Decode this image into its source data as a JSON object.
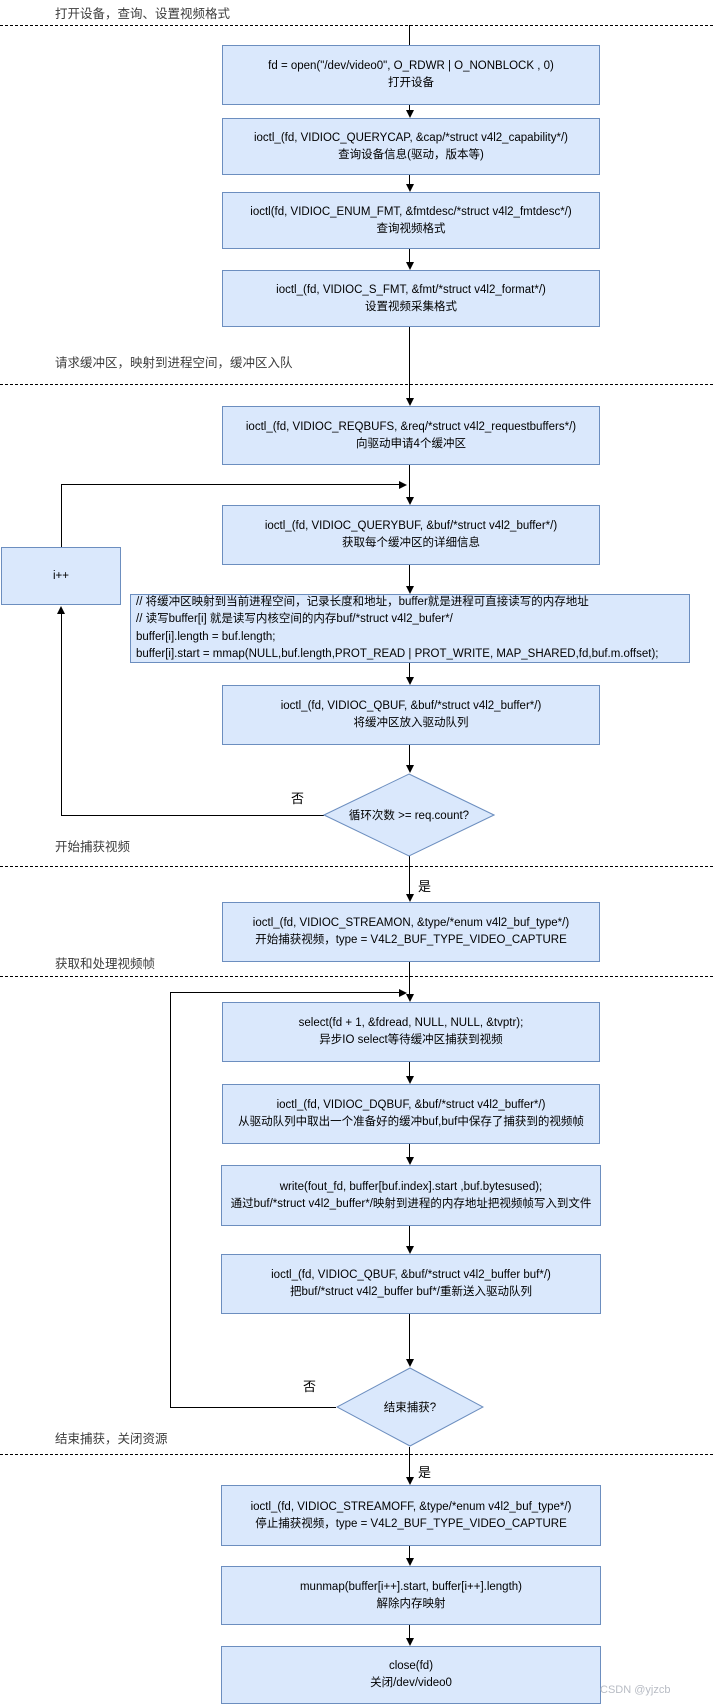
{
  "colors": {
    "node_fill": "#dae8fc",
    "node_border": "#6c8ebf",
    "line": "#000000"
  },
  "sections": {
    "s1": "打开设备，查询、设置视频格式",
    "s2": "请求缓冲区，映射到进程空间，缓冲区入队",
    "s3": "开始捕获视频",
    "s4": "获取和处理视频帧",
    "s5": "结束捕获，关闭资源"
  },
  "nodes": {
    "open": {
      "code": "fd = open(\"/dev/video0\", O_RDWR | O_NONBLOCK , 0)",
      "desc": "打开设备"
    },
    "querycap": {
      "code": "ioctl_(fd, VIDIOC_QUERYCAP, &cap/*struct v4l2_capability*/)",
      "desc": "查询设备信息(驱动，版本等)"
    },
    "enumfmt": {
      "code": "ioctl(fd, VIDIOC_ENUM_FMT, &fmtdesc/*struct v4l2_fmtdesc*/)",
      "desc": "查询视频格式"
    },
    "sfmt": {
      "code": "ioctl_(fd, VIDIOC_S_FMT, &fmt/*struct v4l2_format*/)",
      "desc": "设置视频采集格式"
    },
    "reqbufs": {
      "code": "ioctl_(fd, VIDIOC_REQBUFS, &req/*struct v4l2_requestbuffers*/)",
      "desc": "向驱动申请4个缓冲区"
    },
    "querybuf": {
      "code": "ioctl_(fd, VIDIOC_QUERYBUF, &buf/*struct v4l2_buffer*/)",
      "desc": "获取每个缓冲区的详细信息"
    },
    "iplus": {
      "label": "i++"
    },
    "mmap": {
      "line1": "// 将缓冲区映射到当前进程空间，记录长度和地址，buffer就是进程可直接读写的内存地址",
      "line2": "// 读写buffer[i] 就是读写内核空间的内存buf/*struct v4l2_bufer*/",
      "line3": "buffer[i].length = buf.length;",
      "line4": "buffer[i].start = mmap(NULL,buf.length,PROT_READ | PROT_WRITE, MAP_SHARED,fd,buf.m.offset);"
    },
    "qbuf1": {
      "code": "ioctl_(fd, VIDIOC_QBUF, &buf/*struct v4l2_buffer*/)",
      "desc": "将缓冲区放入驱动队列"
    },
    "loopcheck": {
      "label": "循环次数 >= req.count?"
    },
    "streamon": {
      "code": "ioctl_(fd, VIDIOC_STREAMON, &type/*enum v4l2_buf_type*/)",
      "desc": "开始捕获视频，type = V4L2_BUF_TYPE_VIDEO_CAPTURE"
    },
    "select": {
      "code": "select(fd + 1, &fdread, NULL, NULL, &tvptr);",
      "desc": "异步IO select等待缓冲区捕获到视频"
    },
    "dqbuf": {
      "code": "ioctl_(fd, VIDIOC_DQBUF, &buf/*struct v4l2_buffer*/)",
      "desc": "从驱动队列中取出一个准备好的缓冲buf,buf中保存了捕获到的视频帧"
    },
    "write": {
      "code": "write(fout_fd, buffer[buf.index].start ,buf.bytesused);",
      "desc": "通过buf/*struct v4l2_buffer*/映射到进程的内存地址把视频帧写入到文件"
    },
    "qbuf2": {
      "code": "ioctl_(fd, VIDIOC_QBUF, &buf/*struct v4l2_buffer buf*/)",
      "desc": "把buf/*struct v4l2_buffer buf*/重新送入驱动队列"
    },
    "endcheck": {
      "label": "结束捕获?"
    },
    "streamoff": {
      "code": "ioctl_(fd, VIDIOC_STREAMOFF, &type/*enum v4l2_buf_type*/)",
      "desc": "停止捕获视频，type = V4L2_BUF_TYPE_VIDEO_CAPTURE"
    },
    "munmap": {
      "code": "munmap(buffer[i++].start, buffer[i++].length)",
      "desc": "解除内存映射"
    },
    "close": {
      "code": "close(fd)",
      "desc": "关闭/dev/video0"
    }
  },
  "edge_labels": {
    "no1": "否",
    "yes1": "是",
    "no2": "否",
    "yes2": "是"
  },
  "watermark": "CSDN @yjzcb"
}
